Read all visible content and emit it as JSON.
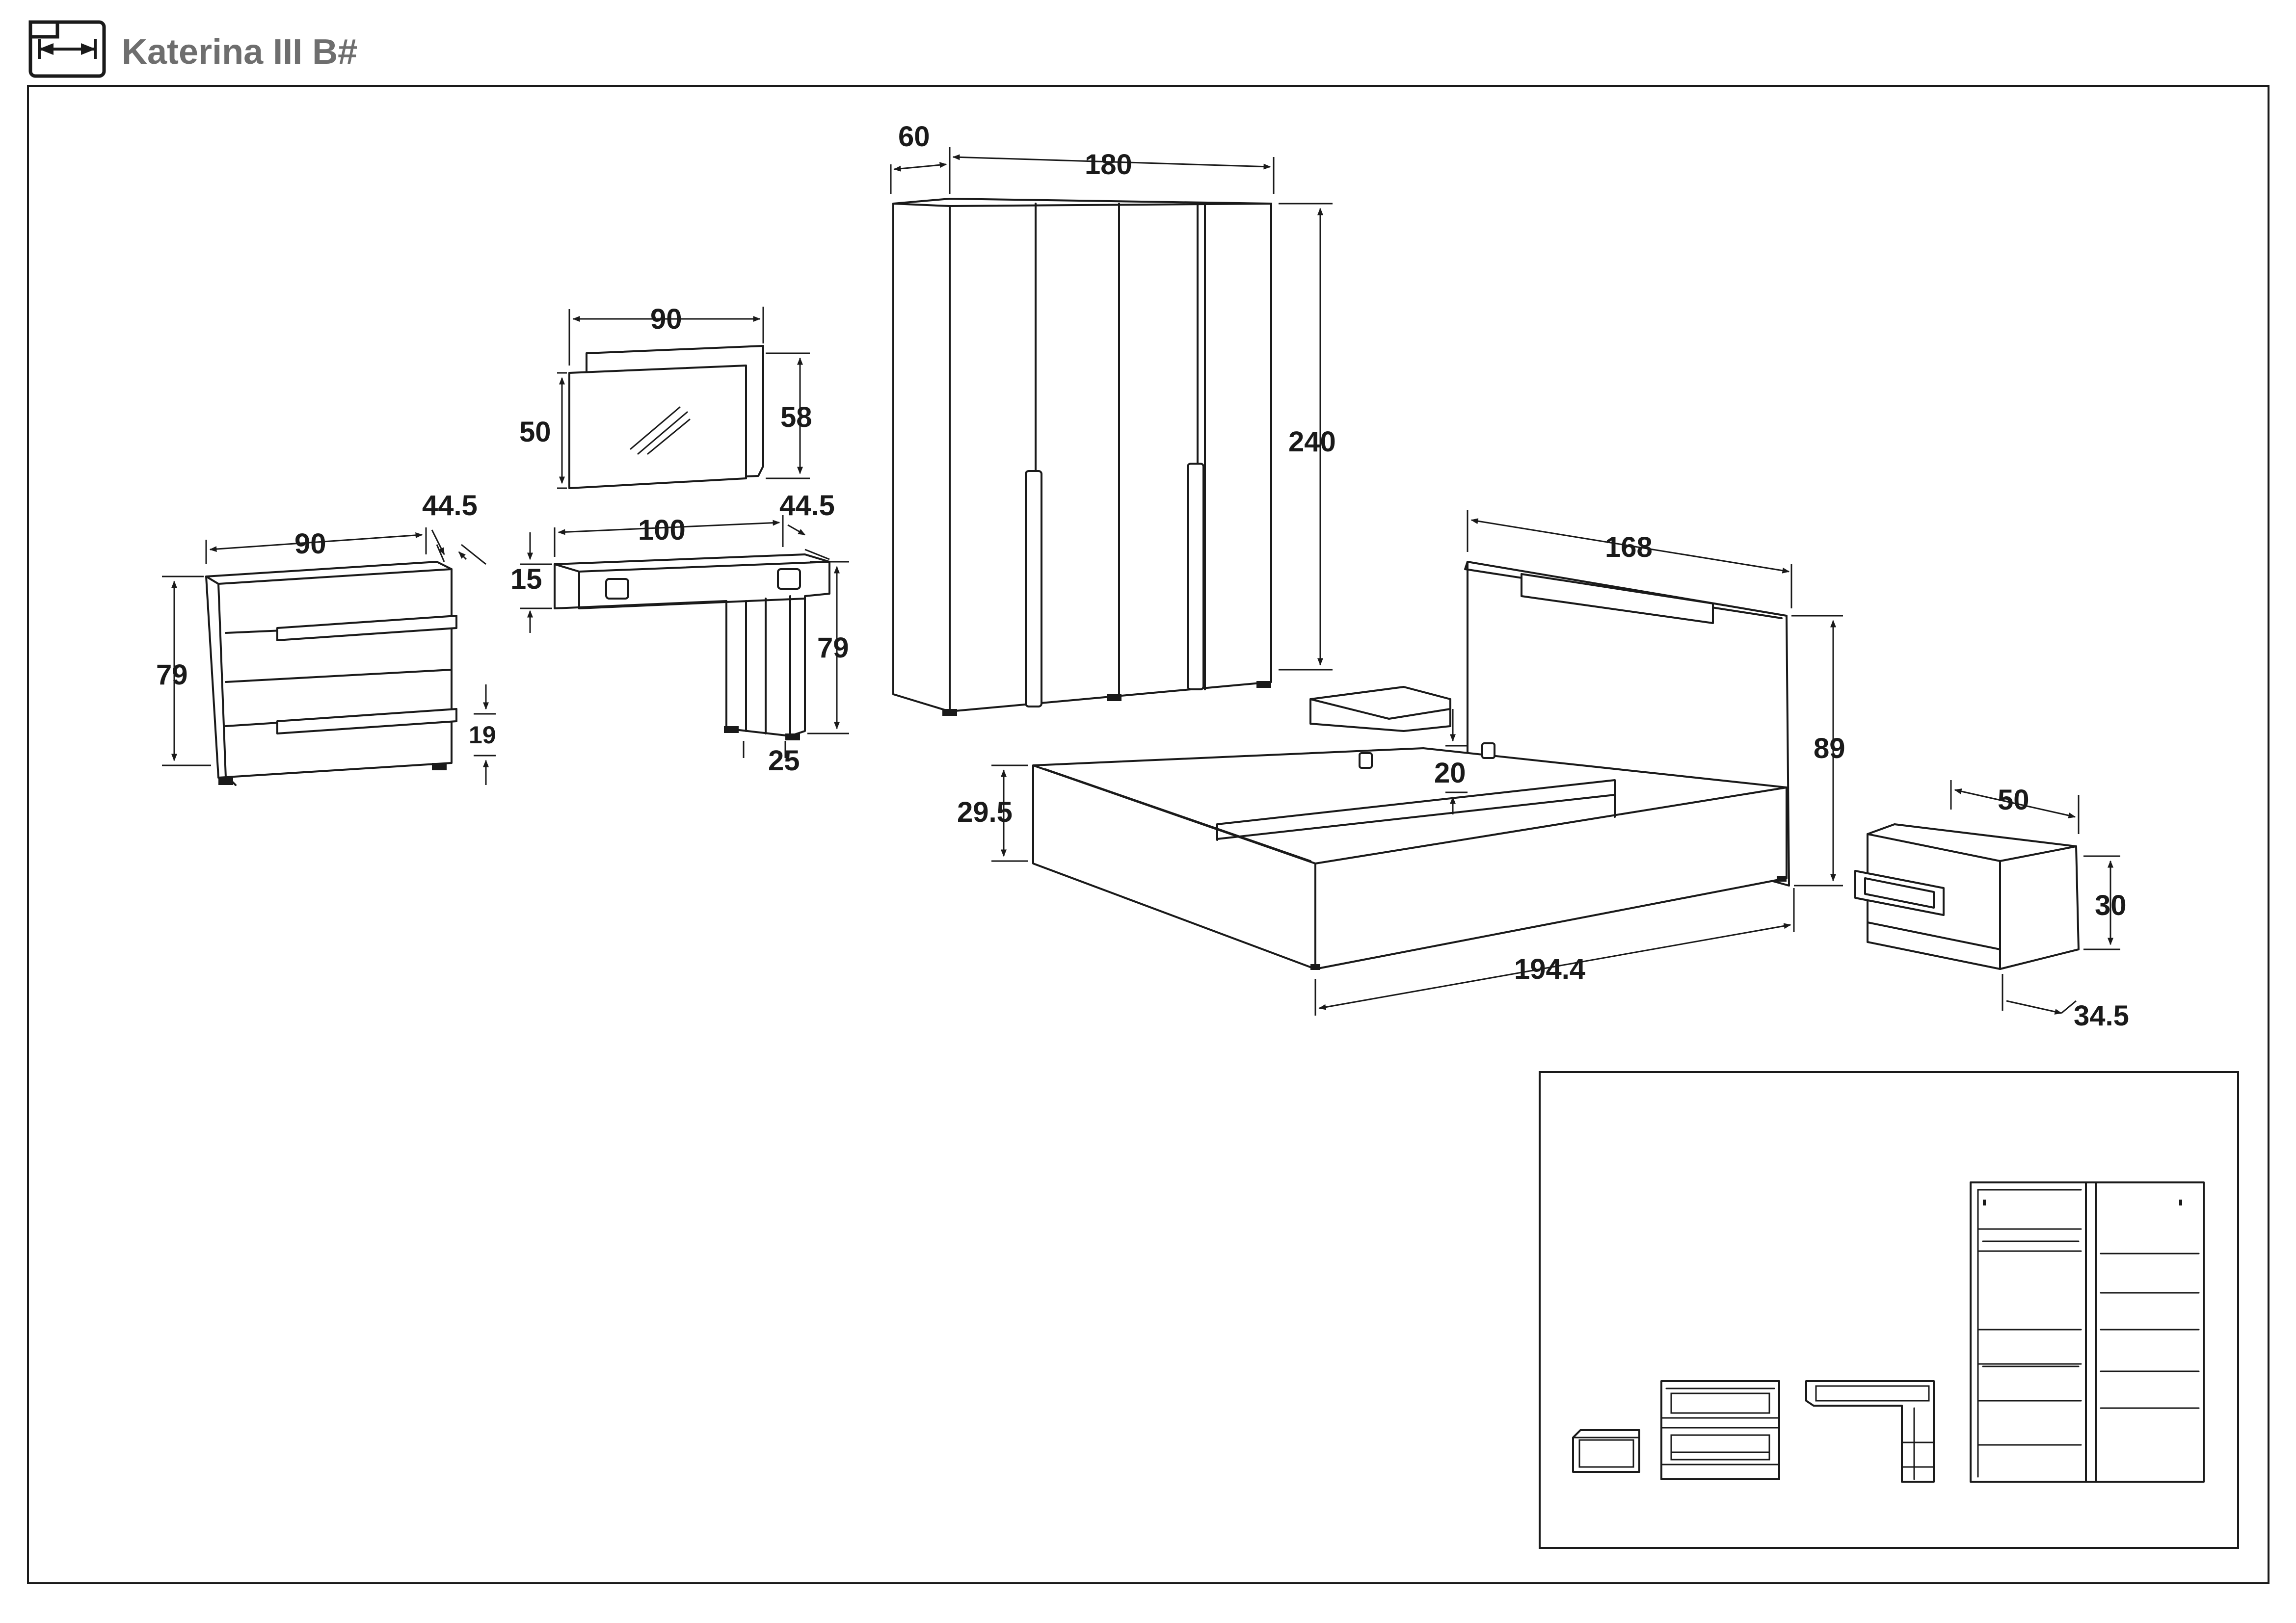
{
  "header": {
    "title": "Katerina III B#",
    "icon": "width-measure-icon"
  },
  "dimensions": {
    "dresser_width": "90",
    "dresser_depth": "44.5",
    "dresser_height": "79",
    "dresser_leg": "19",
    "mirror_width": "90",
    "mirror_height": "50",
    "mirror_total_height": "58",
    "desk_width": "100",
    "desk_depth": "44.5",
    "desk_top": "15",
    "desk_height": "79",
    "desk_leg": "25",
    "wardrobe_depth": "60",
    "wardrobe_width": "180",
    "wardrobe_height": "240",
    "bed_width": "168",
    "bed_height": "89",
    "bed_frame": "29.5",
    "bed_clearance": "20",
    "bed_length": "194.4",
    "nightstand_width": "50",
    "nightstand_height": "30",
    "nightstand_depth": "34.5"
  },
  "colors": {
    "line": "#1a1a1a",
    "title": "#6e6e6e",
    "background": "#ffffff"
  }
}
